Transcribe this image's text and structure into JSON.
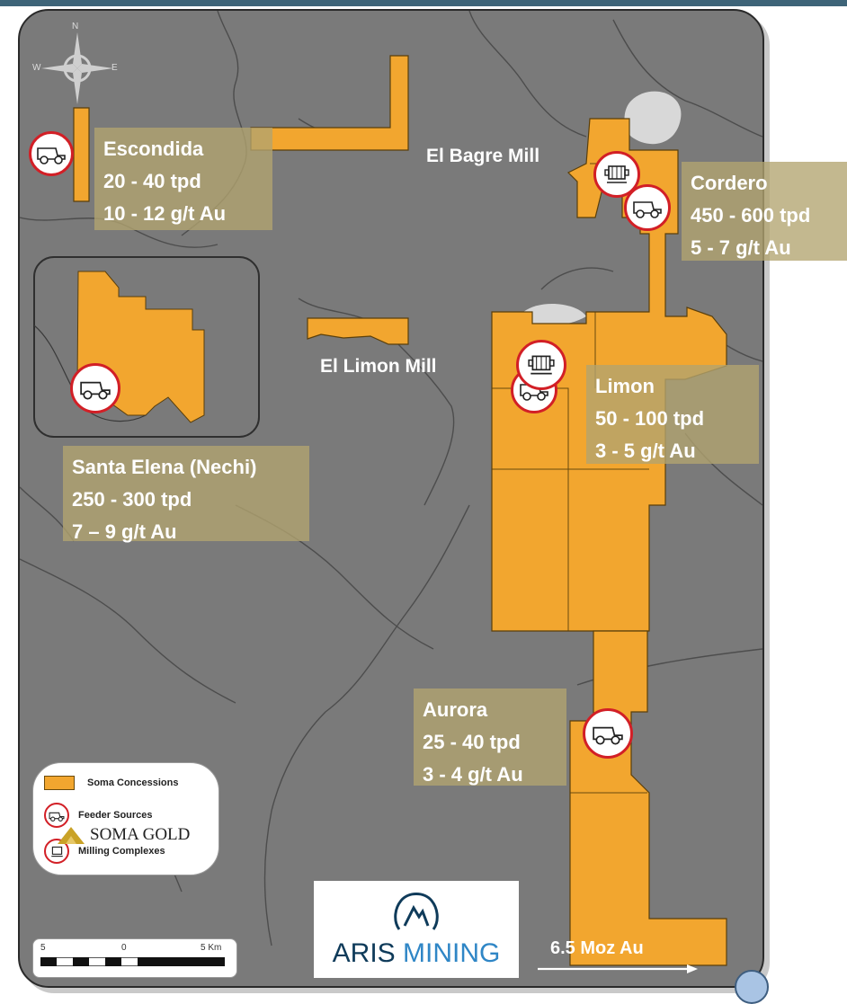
{
  "locations": {
    "escondida": {
      "name": "Escondida",
      "rate": "20 - 40 tpd",
      "grade": "10 - 12 g/t Au"
    },
    "cordero": {
      "name": "Cordero",
      "rate": "450 - 600 tpd",
      "grade": "5 - 7 g/t Au"
    },
    "limon": {
      "name": "Limon",
      "rate": "50 - 100 tpd",
      "grade": "3 - 5 g/t Au"
    },
    "santa_elena": {
      "name": "Santa Elena (Nechi)",
      "rate": "250 - 300 tpd",
      "grade": "7 – 9 g/t Au"
    },
    "aurora": {
      "name": "Aurora",
      "rate": "25 - 40 tpd",
      "grade": "3 - 4 g/t Au"
    }
  },
  "mills": {
    "el_bagre": "El Bagre Mill",
    "el_limon": "El Limon Mill"
  },
  "compass": {
    "n": "N",
    "w": "W",
    "e": "E"
  },
  "legend": {
    "concessions": "Soma Concessions",
    "feeder": "Feeder Sources",
    "milling": "Milling Complexes",
    "logo": "SOMA GOLD"
  },
  "scale": {
    "left": "5",
    "mid": "0",
    "right": "5 Km"
  },
  "aris": {
    "brand": "ARIS",
    "suffix": "MINING"
  },
  "resource": "6.5 Moz Au",
  "colors": {
    "concession": "#f2a62f",
    "label_bg": "#b2a470",
    "icon_ring": "#d21f26",
    "aris_brand": "#0f3b5a",
    "aris_suffix": "#2f86c6",
    "topbar": "#3e6478"
  },
  "icons": [
    "compass-rose-icon",
    "dump-truck-icon",
    "milling-complex-icon",
    "soma-gold-logo-icon",
    "aris-mining-logo-icon"
  ]
}
